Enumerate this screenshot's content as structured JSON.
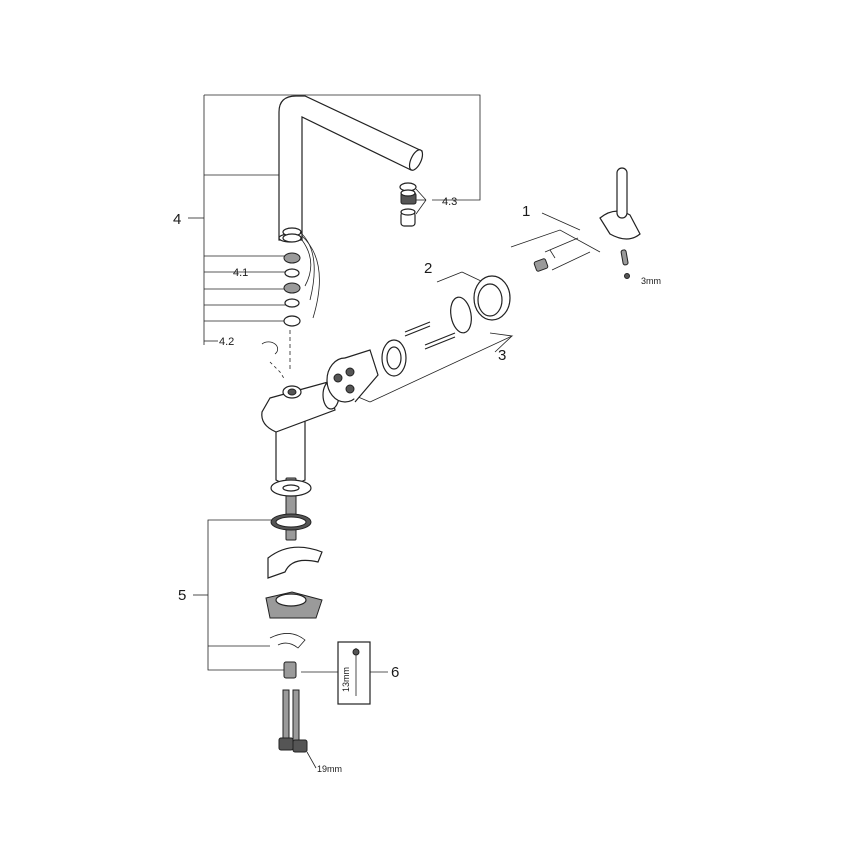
{
  "callouts": {
    "c1": "1",
    "c2": "2",
    "c3": "3",
    "c4": "4",
    "c41": "4.1",
    "c42": "4.2",
    "c43": "4.3",
    "c5": "5",
    "c6": "6"
  },
  "dimensions": {
    "hex_key": "3mm",
    "wrench_spout": "19mm",
    "wrench_tool": "13mm"
  }
}
